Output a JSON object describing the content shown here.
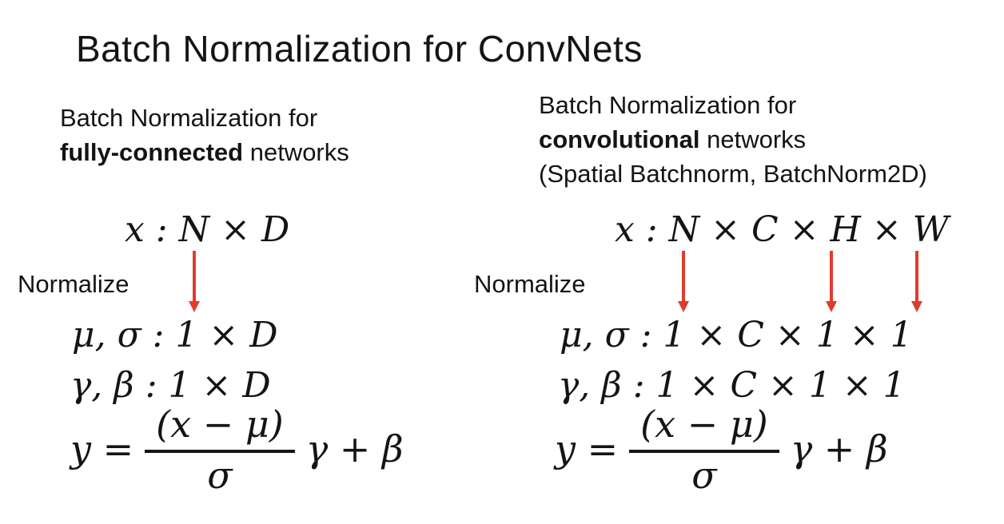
{
  "slide": {
    "title": "Batch Normalization for ConvNets",
    "background_color": "#ffffff",
    "text_color": "#141414",
    "arrow_color": "#e13b2d"
  },
  "left_column": {
    "header": {
      "line1": "Batch Normalization for",
      "bold": "fully-connected",
      "rest": " networks"
    },
    "shape_line": "x : N × D",
    "normalize_label": "Normalize",
    "mu_sigma_line": "μ, σ : 1 × D",
    "gamma_beta_line": "γ, β : 1 × D",
    "equation": {
      "lhs": "y =",
      "numerator": "(x − μ)",
      "denominator": "σ",
      "rhs": "γ + β"
    }
  },
  "right_column": {
    "header": {
      "line1": "Batch Normalization for",
      "bold": "convolutional",
      "rest": " networks",
      "line3": "(Spatial Batchnorm, BatchNorm2D)"
    },
    "shape_line": "x : N × C × H × W",
    "normalize_label": "Normalize",
    "mu_sigma_line": "μ, σ : 1 × C × 1 × 1",
    "gamma_beta_line": "γ, β : 1 × C × 1 × 1",
    "equation": {
      "lhs": "y =",
      "numerator": "(x − μ)",
      "denominator": "σ",
      "rhs": "γ + β"
    }
  }
}
